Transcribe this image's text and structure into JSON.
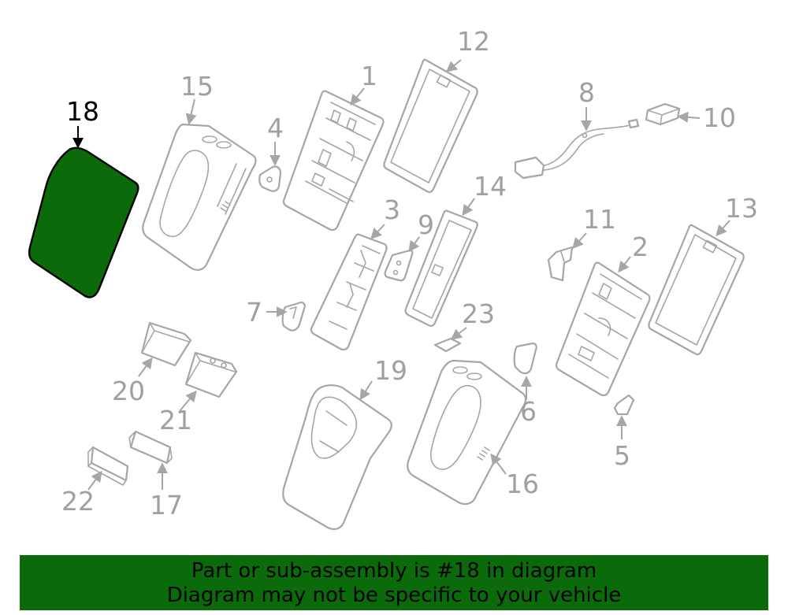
{
  "diagram": {
    "highlight_color": "#0b6b0b",
    "highlighted_part": "18",
    "callouts": {
      "c1": "1",
      "c2": "2",
      "c3": "3",
      "c4": "4",
      "c5": "5",
      "c6": "6",
      "c7": "7",
      "c8": "8",
      "c9": "9",
      "c10": "10",
      "c11": "11",
      "c12": "12",
      "c13": "13",
      "c14": "14",
      "c15": "15",
      "c16": "16",
      "c17": "17",
      "c18": "18",
      "c19": "19",
      "c20": "20",
      "c21": "21",
      "c22": "22",
      "c23": "23"
    }
  },
  "banner": {
    "line1": "Part or sub-assembly is #18 in diagram",
    "line2": "Diagram may not be specific to your vehicle",
    "background": "#0b6b0b"
  }
}
